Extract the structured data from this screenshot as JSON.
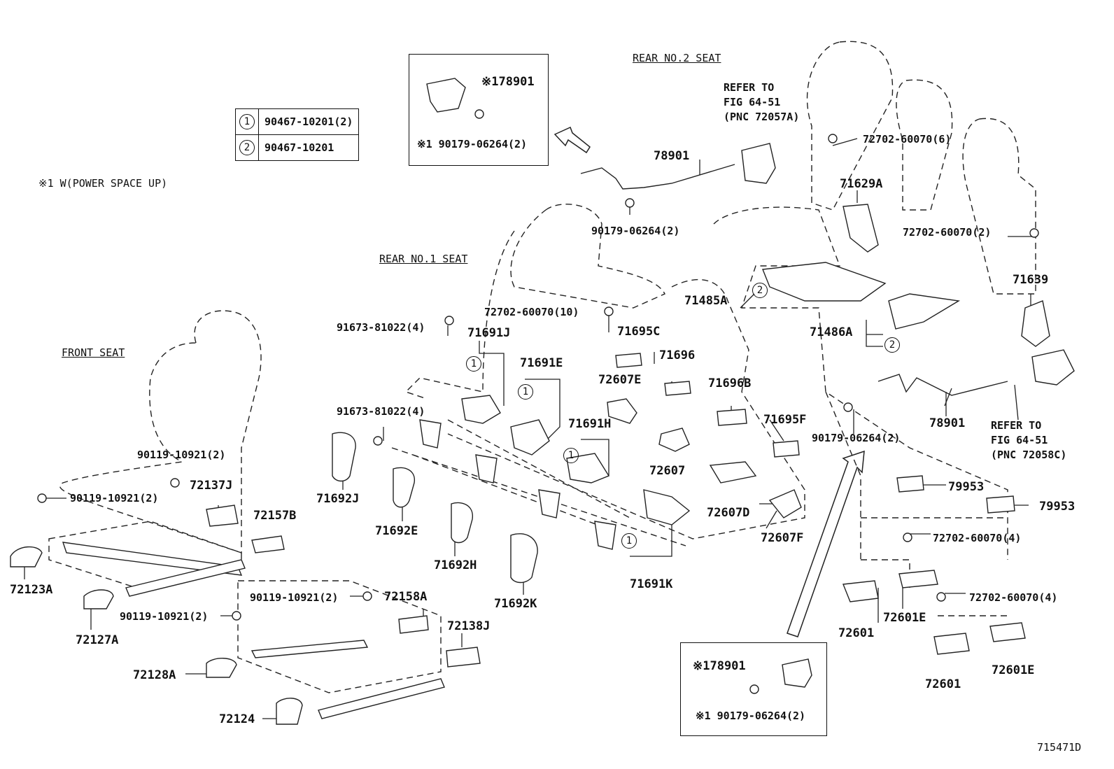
{
  "legend": [
    {
      "sym": "1",
      "part": "90467-10201(2)"
    },
    {
      "sym": "2",
      "part": "90467-10201"
    }
  ],
  "notes": {
    "power_note": "※1 W(POWER SPACE UP)",
    "figure_id": "715471D"
  },
  "sections": {
    "front": "FRONT SEAT",
    "rear1": "REAR NO.1 SEAT",
    "rear2": "REAR NO.2 SEAT"
  },
  "refs": {
    "top": [
      "REFER TO",
      "FIG 64-51",
      "(PNC 72057A)"
    ],
    "right": [
      "REFER TO",
      "FIG 64-51",
      "(PNC 72058C)"
    ]
  },
  "inset_top": {
    "a": "※178901",
    "b": "※1 90179-06264(2)"
  },
  "inset_bottom": {
    "a": "※178901",
    "b": "※1 90179-06264(2)"
  },
  "labels": {
    "p78901_top": "78901",
    "p90179_top": "90179-06264(2)",
    "p72702_6": "72702-60070(6)",
    "p71629A": "71629A",
    "p72702_2": "72702-60070(2)",
    "p71639": "71639",
    "p71485A": "71485A",
    "p71486A": "71486A",
    "p72702_10": "72702-60070(10)",
    "p91673_a": "91673-81022(4)",
    "p71691J": "71691J",
    "p71695C": "71695C",
    "p71691E": "71691E",
    "p71696": "71696",
    "p72607E": "72607E",
    "p71696B": "71696B",
    "p91673_b": "91673-81022(4)",
    "p71691H": "71691H",
    "p71695F": "71695F",
    "p90179_right": "90179-06264(2)",
    "p78901_right": "78901",
    "p72607": "72607",
    "p71692J": "71692J",
    "p71692E": "71692E",
    "p72607D": "72607D",
    "p72607F": "72607F",
    "p79953_a": "79953",
    "p79953_b": "79953",
    "p72702_4a": "72702-60070(4)",
    "p71692H": "71692H",
    "p71691K": "71691K",
    "p71692K": "71692K",
    "p72702_4b": "72702-60070(4)",
    "p72601_a": "72601",
    "p72601E_a": "72601E",
    "p72601_b": "72601",
    "p72601E_b": "72601E",
    "p90119_a": "90119-10921(2)",
    "p90119_b": "90119-10921(2)",
    "p72137J": "72137J",
    "p72157B": "72157B",
    "p72123A": "72123A",
    "p72127A": "72127A",
    "p90119_c": "90119-10921(2)",
    "p72158A": "72158A",
    "p90119_d": "90119-10921(2)",
    "p72138J": "72138J",
    "p72128A": "72128A",
    "p72124": "72124"
  }
}
